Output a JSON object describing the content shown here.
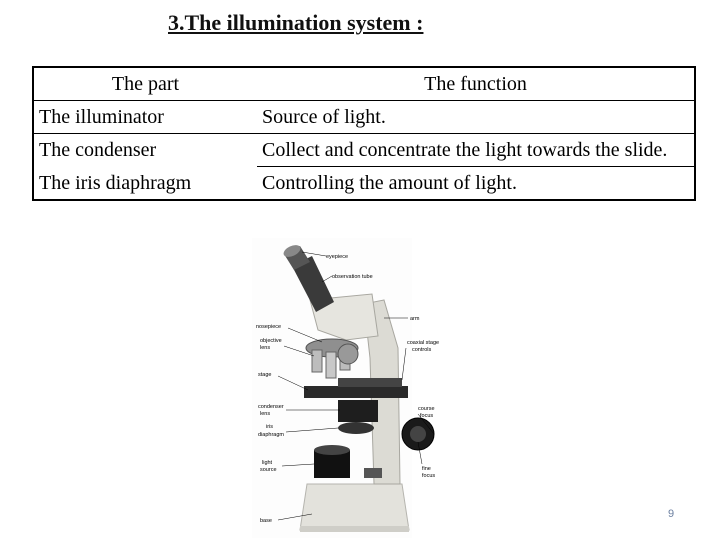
{
  "title": "3.The illumination system :",
  "table": {
    "headers": [
      "The part",
      "The function"
    ],
    "rows": [
      {
        "part": "The illuminator",
        "function": "Source of light."
      },
      {
        "part": "The condenser",
        "function": "Collect and concentrate the light towards the slide."
      },
      {
        "part": "The iris diaphragm",
        "function": "Controlling the amount of light."
      }
    ]
  },
  "microscope_labels": {
    "eyepiece": "eyepiece",
    "observation_tube": "observation tube",
    "arm": "arm",
    "nosepiece": "nosepiece",
    "objective_lens": [
      "objective",
      "lens"
    ],
    "coaxial_stage_controls": [
      "coaxial stage",
      "controls"
    ],
    "stage": "stage",
    "condenser_lens": [
      "condenser",
      "lens"
    ],
    "course_focus": [
      "course",
      "focus"
    ],
    "iris_diaphragm": [
      "iris",
      "diaphragm"
    ],
    "light_source": [
      "light",
      "source"
    ],
    "fine_focus": [
      "fine",
      "focus"
    ],
    "base": "base"
  },
  "page_number": "9"
}
